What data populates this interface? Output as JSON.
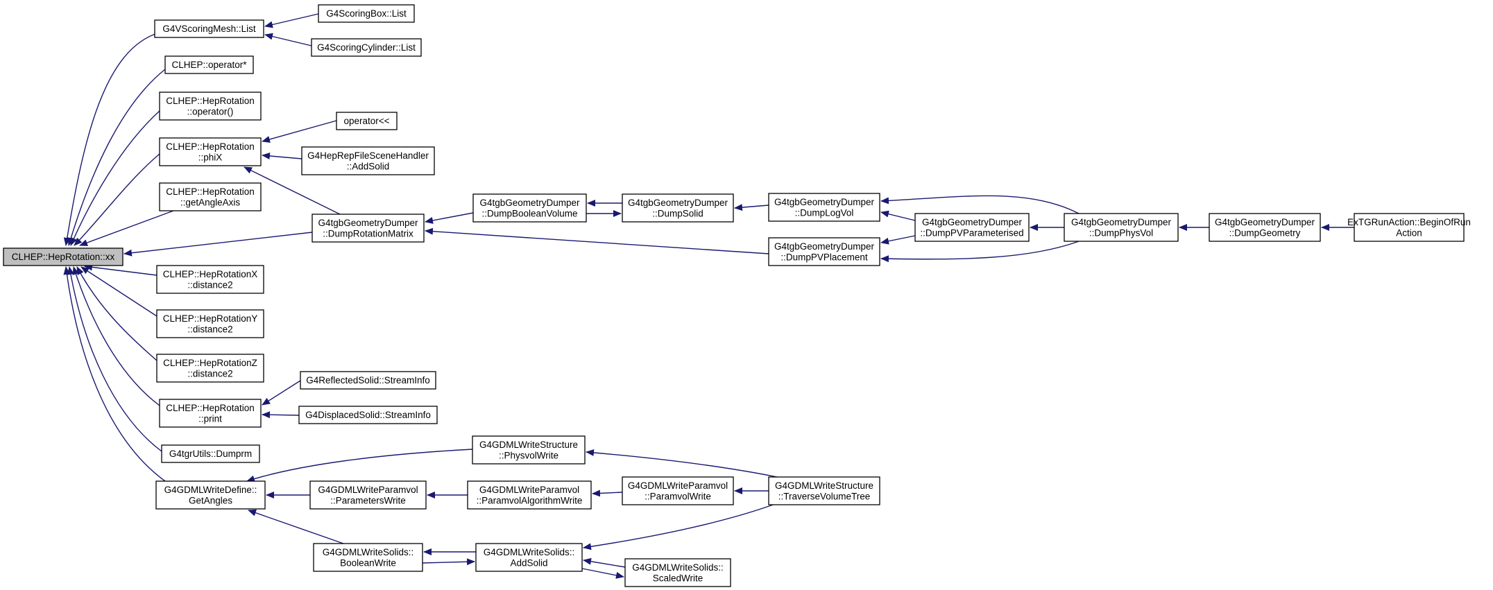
{
  "diagram": {
    "type": "call-graph",
    "root": "root",
    "colors": {
      "edge": "#191970",
      "root_fill": "#bfbfbf",
      "node_fill": "#ffffff",
      "border": "#000000"
    },
    "nodes": [
      {
        "id": "root",
        "lines": [
          "CLHEP::HepRotation::xx"
        ]
      },
      {
        "id": "vscoring_list",
        "lines": [
          "G4VScoringMesh::List"
        ]
      },
      {
        "id": "scoringbox_list",
        "lines": [
          "G4ScoringBox::List"
        ]
      },
      {
        "id": "scoringcyl_list",
        "lines": [
          "G4ScoringCylinder::List"
        ]
      },
      {
        "id": "clhep_opmul",
        "lines": [
          "CLHEP::operator*"
        ]
      },
      {
        "id": "hr_operatorcall",
        "lines": [
          "CLHEP::HepRotation",
          "::operator()"
        ]
      },
      {
        "id": "hr_phix",
        "lines": [
          "CLHEP::HepRotation",
          "::phiX"
        ]
      },
      {
        "id": "operator_ll",
        "lines": [
          "operator<<"
        ]
      },
      {
        "id": "heprep_addsolid",
        "lines": [
          "G4HepRepFileSceneHandler",
          "::AddSolid"
        ]
      },
      {
        "id": "hr_getangleaxis",
        "lines": [
          "CLHEP::HepRotation",
          "::getAngleAxis"
        ]
      },
      {
        "id": "dump_rotmatrix",
        "lines": [
          "G4tgbGeometryDumper",
          "::DumpRotationMatrix"
        ]
      },
      {
        "id": "dump_boolvol",
        "lines": [
          "G4tgbGeometryDumper",
          "::DumpBooleanVolume"
        ]
      },
      {
        "id": "dump_solid",
        "lines": [
          "G4tgbGeometryDumper",
          "::DumpSolid"
        ]
      },
      {
        "id": "dump_logvol",
        "lines": [
          "G4tgbGeometryDumper",
          "::DumpLogVol"
        ]
      },
      {
        "id": "dump_pvparam",
        "lines": [
          "G4tgbGeometryDumper",
          "::DumpPVParameterised"
        ]
      },
      {
        "id": "dump_pvplacement",
        "lines": [
          "G4tgbGeometryDumper",
          "::DumpPVPlacement"
        ]
      },
      {
        "id": "dump_physvol",
        "lines": [
          "G4tgbGeometryDumper",
          "::DumpPhysVol"
        ]
      },
      {
        "id": "dump_geometry",
        "lines": [
          "G4tgbGeometryDumper",
          "::DumpGeometry"
        ]
      },
      {
        "id": "extg_beginofrun",
        "lines": [
          "ExTGRunAction::BeginOfRun",
          "Action"
        ]
      },
      {
        "id": "hrx_distance2",
        "lines": [
          "CLHEP::HepRotationX",
          "::distance2"
        ]
      },
      {
        "id": "hry_distance2",
        "lines": [
          "CLHEP::HepRotationY",
          "::distance2"
        ]
      },
      {
        "id": "hrz_distance2",
        "lines": [
          "CLHEP::HepRotationZ",
          "::distance2"
        ]
      },
      {
        "id": "hr_print",
        "lines": [
          "CLHEP::HepRotation",
          "::print"
        ]
      },
      {
        "id": "reflected_streaminfo",
        "lines": [
          "G4ReflectedSolid::StreamInfo"
        ]
      },
      {
        "id": "displaced_streaminfo",
        "lines": [
          "G4DisplacedSolid::StreamInfo"
        ]
      },
      {
        "id": "tgrutils_dumprm",
        "lines": [
          "G4tgrUtils::Dumprm"
        ]
      },
      {
        "id": "gdml_getangles",
        "lines": [
          "G4GDMLWriteDefine::",
          "GetAngles"
        ]
      },
      {
        "id": "gdml_physvolwrite",
        "lines": [
          "G4GDMLWriteStructure",
          "::PhysvolWrite"
        ]
      },
      {
        "id": "gdml_paramwrite",
        "lines": [
          "G4GDMLWriteParamvol",
          "::ParametersWrite"
        ]
      },
      {
        "id": "gdml_paramalgo",
        "lines": [
          "G4GDMLWriteParamvol",
          "::ParamvolAlgorithmWrite"
        ]
      },
      {
        "id": "gdml_paramvolwrite",
        "lines": [
          "G4GDMLWriteParamvol",
          "::ParamvolWrite"
        ]
      },
      {
        "id": "gdml_traverse",
        "lines": [
          "G4GDMLWriteStructure",
          "::TraverseVolumeTree"
        ]
      },
      {
        "id": "gdml_boolwrite",
        "lines": [
          "G4GDMLWriteSolids::",
          "BooleanWrite"
        ]
      },
      {
        "id": "gdml_addsolid",
        "lines": [
          "G4GDMLWriteSolids::",
          "AddSolid"
        ]
      },
      {
        "id": "gdml_scaledwrite",
        "lines": [
          "G4GDMLWriteSolids::",
          "ScaledWrite"
        ]
      }
    ],
    "edges": [
      {
        "from": "vscoring_list",
        "to": "root"
      },
      {
        "from": "scoringbox_list",
        "to": "vscoring_list"
      },
      {
        "from": "scoringcyl_list",
        "to": "vscoring_list"
      },
      {
        "from": "clhep_opmul",
        "to": "root"
      },
      {
        "from": "hr_operatorcall",
        "to": "root"
      },
      {
        "from": "hr_phix",
        "to": "root"
      },
      {
        "from": "operator_ll",
        "to": "hr_phix"
      },
      {
        "from": "heprep_addsolid",
        "to": "hr_phix"
      },
      {
        "from": "dump_rotmatrix",
        "to": "hr_phix"
      },
      {
        "from": "hr_getangleaxis",
        "to": "root"
      },
      {
        "from": "dump_rotmatrix",
        "to": "root"
      },
      {
        "from": "dump_boolvol",
        "to": "dump_rotmatrix"
      },
      {
        "from": "dump_pvplacement",
        "to": "dump_rotmatrix"
      },
      {
        "from": "dump_solid",
        "to": "dump_boolvol"
      },
      {
        "from": "dump_boolvol",
        "to": "dump_solid"
      },
      {
        "from": "dump_logvol",
        "to": "dump_solid"
      },
      {
        "from": "dump_physvol",
        "to": "dump_logvol"
      },
      {
        "from": "dump_pvparam",
        "to": "dump_logvol"
      },
      {
        "from": "dump_physvol",
        "to": "dump_pvparam"
      },
      {
        "from": "dump_pvparam",
        "to": "dump_pvplacement"
      },
      {
        "from": "dump_physvol",
        "to": "dump_pvplacement"
      },
      {
        "from": "dump_geometry",
        "to": "dump_physvol"
      },
      {
        "from": "extg_beginofrun",
        "to": "dump_geometry"
      },
      {
        "from": "hrx_distance2",
        "to": "root"
      },
      {
        "from": "hry_distance2",
        "to": "root"
      },
      {
        "from": "hrz_distance2",
        "to": "root"
      },
      {
        "from": "hr_print",
        "to": "root"
      },
      {
        "from": "reflected_streaminfo",
        "to": "hr_print"
      },
      {
        "from": "displaced_streaminfo",
        "to": "hr_print"
      },
      {
        "from": "tgrutils_dumprm",
        "to": "root"
      },
      {
        "from": "gdml_getangles",
        "to": "root"
      },
      {
        "from": "gdml_physvolwrite",
        "to": "gdml_getangles"
      },
      {
        "from": "gdml_paramwrite",
        "to": "gdml_getangles"
      },
      {
        "from": "gdml_boolwrite",
        "to": "gdml_getangles"
      },
      {
        "from": "gdml_traverse",
        "to": "gdml_physvolwrite"
      },
      {
        "from": "gdml_paramalgo",
        "to": "gdml_paramwrite"
      },
      {
        "from": "gdml_paramvolwrite",
        "to": "gdml_paramalgo"
      },
      {
        "from": "gdml_traverse",
        "to": "gdml_paramvolwrite"
      },
      {
        "from": "gdml_addsolid",
        "to": "gdml_boolwrite"
      },
      {
        "from": "gdml_boolwrite",
        "to": "gdml_addsolid"
      },
      {
        "from": "gdml_traverse",
        "to": "gdml_addsolid"
      },
      {
        "from": "gdml_scaledwrite",
        "to": "gdml_addsolid"
      },
      {
        "from": "gdml_addsolid",
        "to": "gdml_scaledwrite"
      }
    ]
  }
}
